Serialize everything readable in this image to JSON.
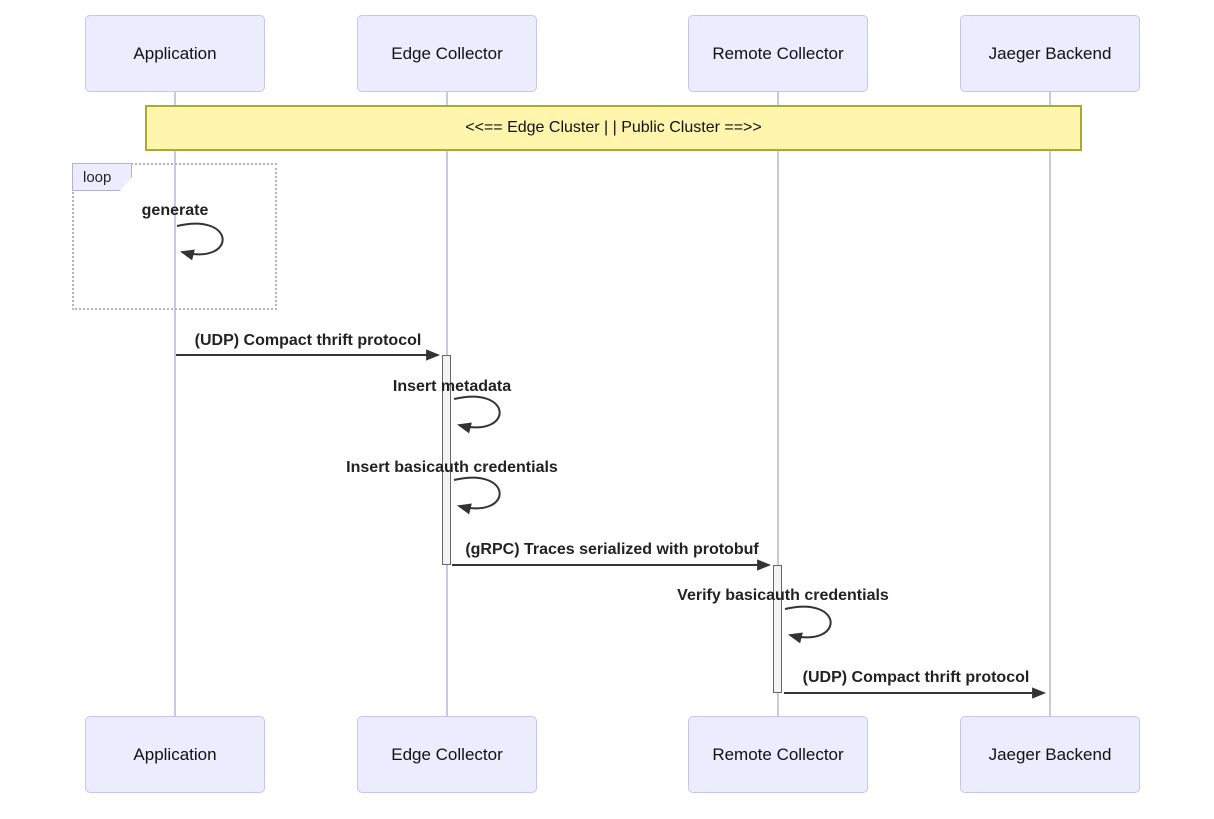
{
  "diagram_type": "sequence-diagram",
  "participants": [
    {
      "label": "Application"
    },
    {
      "label": "Edge Collector"
    },
    {
      "label": "Remote Collector"
    },
    {
      "label": "Jaeger Backend"
    }
  ],
  "note": {
    "text": "<<== Edge Cluster | | Public Cluster ==>>"
  },
  "loop_frame": {
    "label": "loop"
  },
  "messages": [
    {
      "from": "Application",
      "to": "Application",
      "kind": "self",
      "text": "generate"
    },
    {
      "from": "Application",
      "to": "Edge Collector",
      "kind": "solid-arrow",
      "text": "(UDP) Compact thrift protocol"
    },
    {
      "from": "Edge Collector",
      "to": "Edge Collector",
      "kind": "self",
      "text": "Insert metadata"
    },
    {
      "from": "Edge Collector",
      "to": "Edge Collector",
      "kind": "self",
      "text": "Insert basicauth credentials"
    },
    {
      "from": "Edge Collector",
      "to": "Remote Collector",
      "kind": "solid-arrow",
      "text": "(gRPC) Traces serialized with protobuf"
    },
    {
      "from": "Remote Collector",
      "to": "Remote Collector",
      "kind": "self",
      "text": "Verify basicauth credentials"
    },
    {
      "from": "Remote Collector",
      "to": "Jaeger Backend",
      "kind": "solid-arrow",
      "text": "(UDP) Compact thrift protocol"
    }
  ],
  "colors": {
    "actor_fill": "#ECECFF",
    "actor_border": "#C8C4F0",
    "note_fill": "#FFF5AD",
    "note_border": "#AAAA33",
    "lifeline": "#CCC7E8",
    "loop_border": "#B6B0D8",
    "activation_fill": "#F4F4F4",
    "activation_border": "#666666",
    "arrow": "#333333",
    "text": "#111111"
  }
}
